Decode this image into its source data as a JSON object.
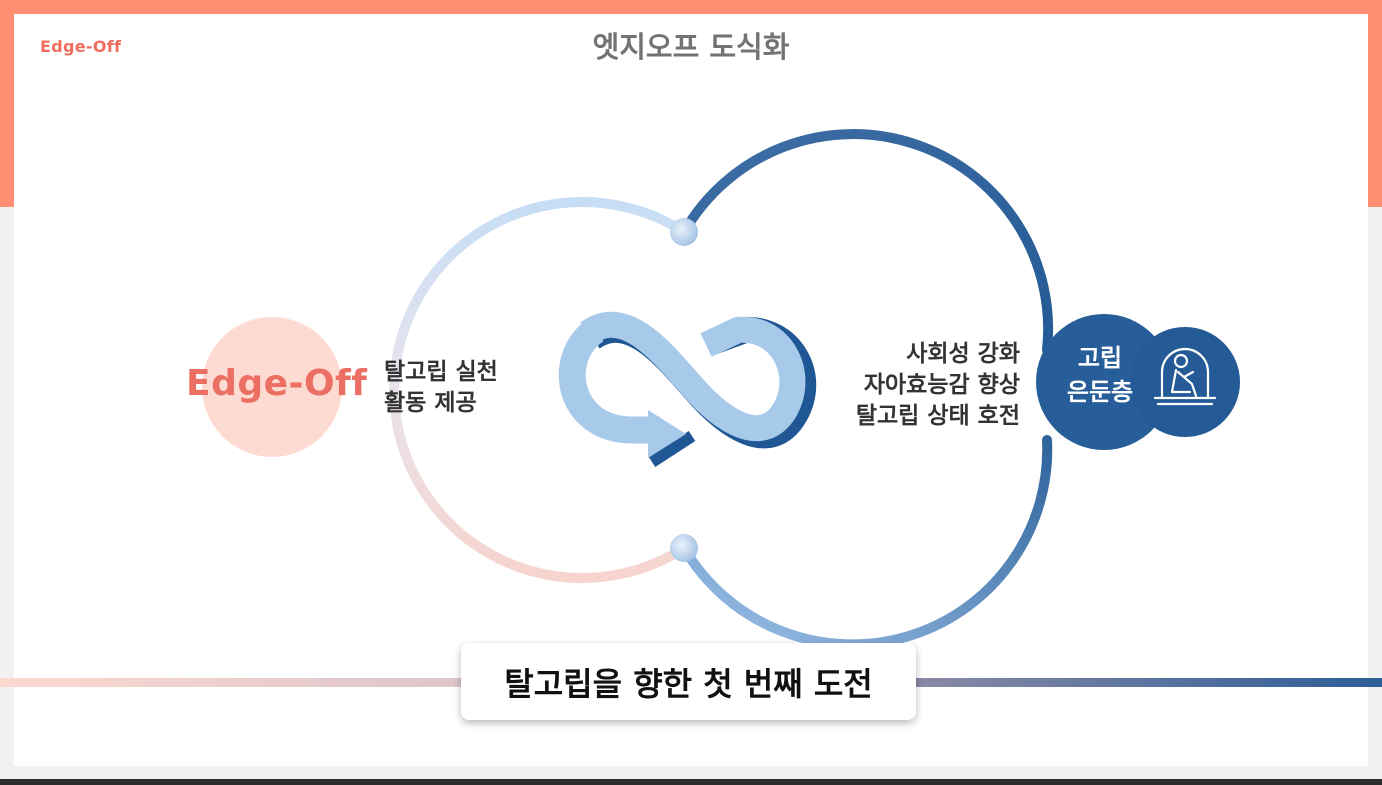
{
  "brand": {
    "name": "Edge-Off"
  },
  "page": {
    "title": "엣지오프 도식화"
  },
  "diagram": {
    "left_node": {
      "label": "Edge-Off",
      "color": "#fddad2",
      "text_color": "#ec6f63"
    },
    "left_text": [
      "탈고립 실천",
      "활동 제공"
    ],
    "right_text": [
      "사회성 강화",
      "자아효능감 향상",
      "탈고립 상태 호전"
    ],
    "right_node": {
      "lines": [
        "고립",
        "은둔층"
      ],
      "color": "#2a5e97",
      "icon": "isolated-person-window-icon"
    },
    "center_icon": "infinity-cycle-icon",
    "colors": {
      "light_blue": "#a7c9ea",
      "dark_blue": "#2a5e97",
      "pink": "#f7c9c1",
      "coral": "#ff8f73"
    }
  },
  "banner": {
    "text": "탈고립을 향한 첫 번째 도전"
  }
}
